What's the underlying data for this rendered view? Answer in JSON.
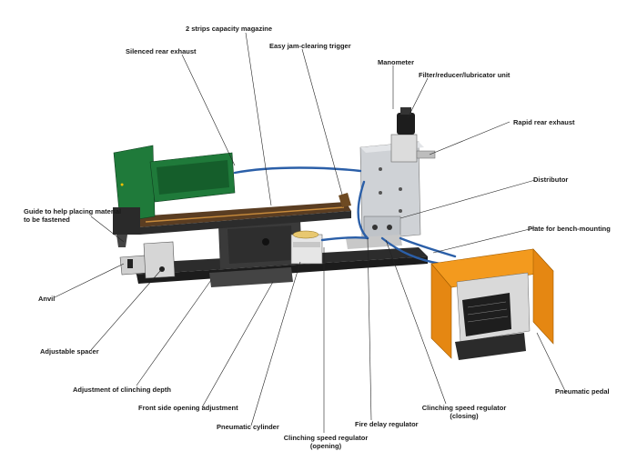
{
  "labels": {
    "magazine": "2 strips capacity magazine",
    "silenced_exhaust": "Silenced rear exhaust",
    "jam_trigger": "Easy jam-clearing trigger",
    "manometer": "Manometer",
    "filter_unit": "Filter/reducer/lubricator unit",
    "rapid_exhaust": "Rapid rear exhaust",
    "guide_line1": "Guide to help placing material",
    "guide_line2": "to be fastened",
    "distributor": "Distributor",
    "plate": "Plate for bench-mounting",
    "anvil": "Anvil",
    "spacer": "Adjustable spacer",
    "clinching_depth": "Adjustment of clinching depth",
    "front_side": "Front side opening adjustment",
    "cylinder": "Pneumatic cylinder",
    "opening_line1": "Clinching speed regulator",
    "opening_line2": "(opening)",
    "fire_delay": "Fire delay regulator",
    "closing_line1": "Clinching speed regulator",
    "closing_line2": "(closing)",
    "pedal": "Pneumatic pedal"
  },
  "colors": {
    "tool_green": "#1f7a3a",
    "hose_blue": "#2b5fa8",
    "pedal_orange": "#f39a1e",
    "base_dark": "#3b3b3b",
    "valve_block": "#cfd2d6"
  }
}
